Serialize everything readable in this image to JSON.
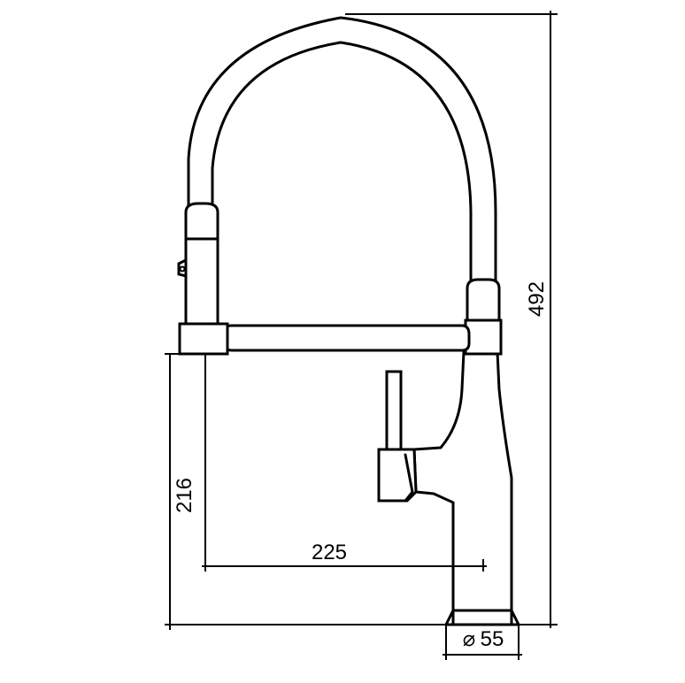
{
  "dimensions": {
    "height_total": "492",
    "height_spout": "216",
    "reach": "225",
    "diameter": "55",
    "diameter_symbol": "⌀"
  },
  "colors": {
    "stroke": "#000000",
    "background": "#ffffff"
  }
}
